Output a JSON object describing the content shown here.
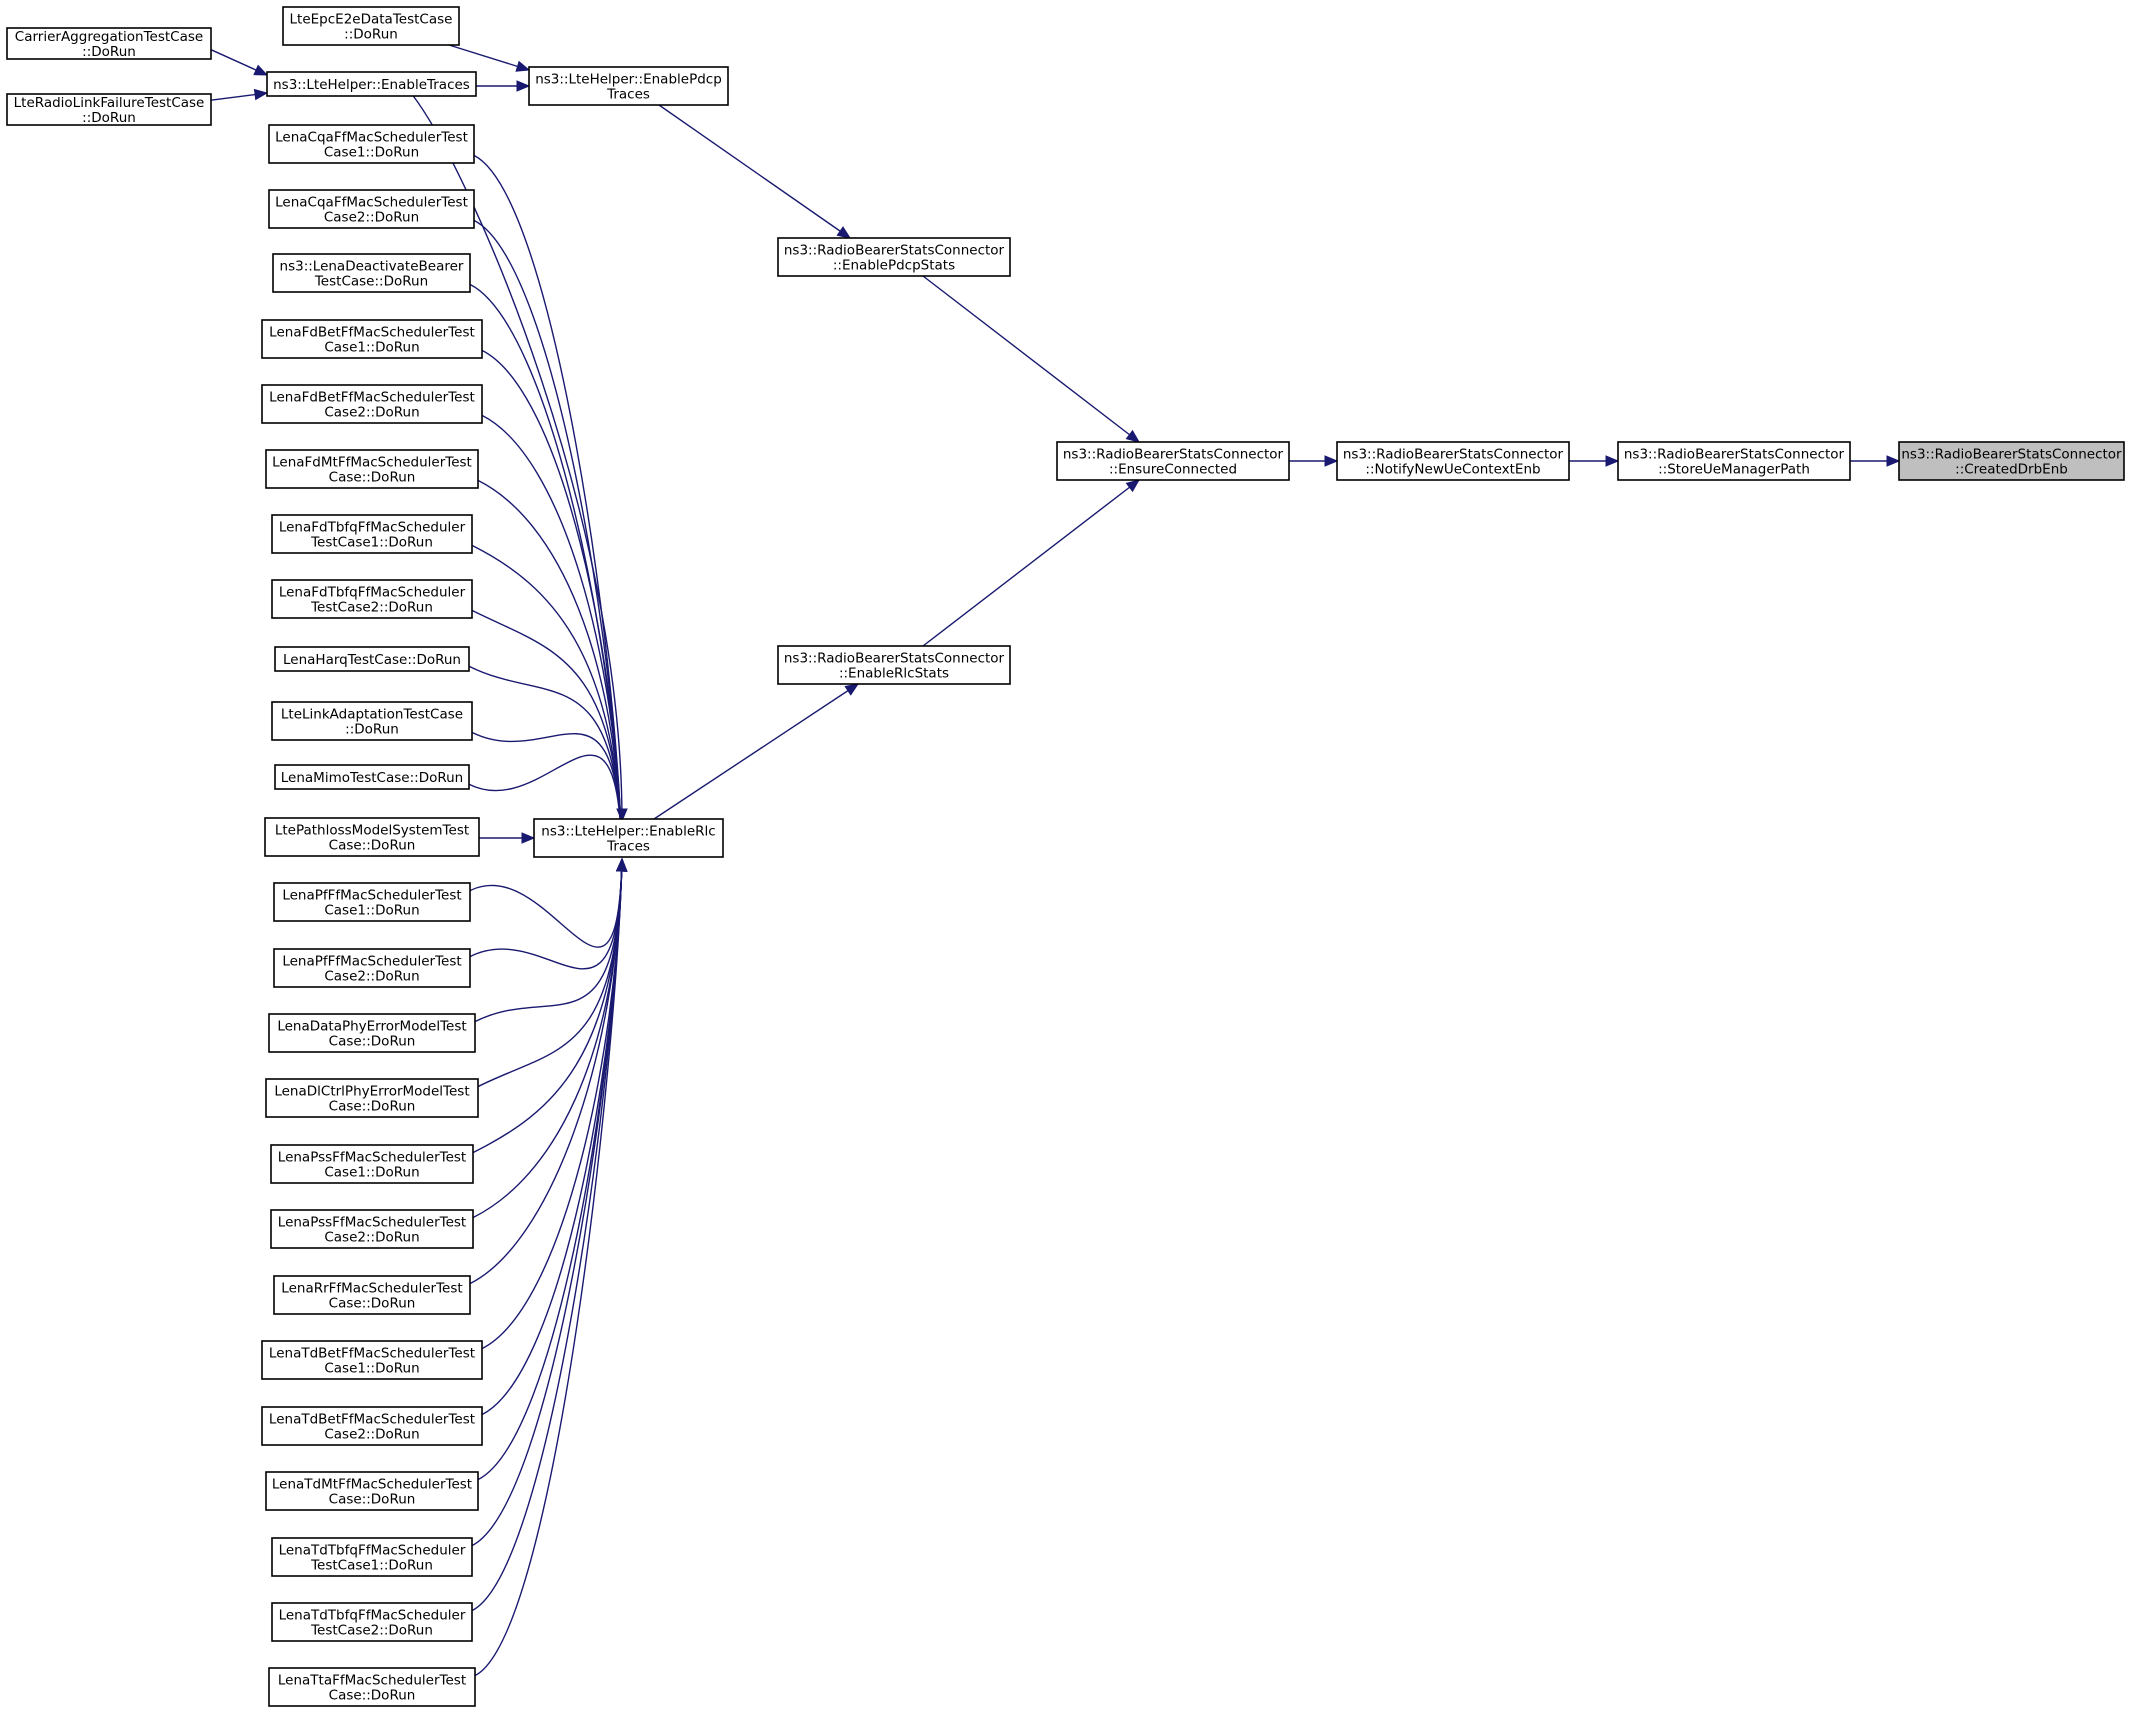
{
  "nodes": {
    "n_carrier": [
      "CarrierAggregationTestCase",
      "::DoRun"
    ],
    "n_rlf": [
      "LteRadioLinkFailureTestCase",
      "::DoRun"
    ],
    "n_epce2e": [
      "LteEpcE2eDataTestCase",
      "::DoRun"
    ],
    "n_enabletraces": [
      "ns3::LteHelper::EnableTraces"
    ],
    "n_enablepdcp": [
      "ns3::LteHelper::EnablePdcp",
      "Traces"
    ],
    "n_enablerlc": [
      "ns3::LteHelper::EnableRlc",
      "Traces"
    ],
    "n_pdcpstats": [
      "ns3::RadioBearerStatsConnector",
      "::EnablePdcpStats"
    ],
    "n_rlcstats": [
      "ns3::RadioBearerStatsConnector",
      "::EnableRlcStats"
    ],
    "n_ensure": [
      "ns3::RadioBearerStatsConnector",
      "::EnsureConnected"
    ],
    "n_notify": [
      "ns3::RadioBearerStatsConnector",
      "::NotifyNewUeContextEnb"
    ],
    "n_store": [
      "ns3::RadioBearerStatsConnector",
      "::StoreUeManagerPath"
    ],
    "n_created": [
      "ns3::RadioBearerStatsConnector",
      "::CreatedDrbEnb"
    ],
    "t01": [
      "LenaCqaFfMacSchedulerTest",
      "Case1::DoRun"
    ],
    "t02": [
      "LenaCqaFfMacSchedulerTest",
      "Case2::DoRun"
    ],
    "t03": [
      "ns3::LenaDeactivateBearer",
      "TestCase::DoRun"
    ],
    "t04": [
      "LenaFdBetFfMacSchedulerTest",
      "Case1::DoRun"
    ],
    "t05": [
      "LenaFdBetFfMacSchedulerTest",
      "Case2::DoRun"
    ],
    "t06": [
      "LenaFdMtFfMacSchedulerTest",
      "Case::DoRun"
    ],
    "t07": [
      "LenaFdTbfqFfMacScheduler",
      "TestCase1::DoRun"
    ],
    "t08": [
      "LenaFdTbfqFfMacScheduler",
      "TestCase2::DoRun"
    ],
    "t09": [
      "LenaHarqTestCase::DoRun"
    ],
    "t10": [
      "LteLinkAdaptationTestCase",
      "::DoRun"
    ],
    "t11": [
      "LenaMimoTestCase::DoRun"
    ],
    "t12": [
      "LtePathlossModelSystemTest",
      "Case::DoRun"
    ],
    "t13": [
      "LenaPfFfMacSchedulerTest",
      "Case1::DoRun"
    ],
    "t14": [
      "LenaPfFfMacSchedulerTest",
      "Case2::DoRun"
    ],
    "t15": [
      "LenaDataPhyErrorModelTest",
      "Case::DoRun"
    ],
    "t16": [
      "LenaDlCtrlPhyErrorModelTest",
      "Case::DoRun"
    ],
    "t17": [
      "LenaPssFfMacSchedulerTest",
      "Case1::DoRun"
    ],
    "t18": [
      "LenaPssFfMacSchedulerTest",
      "Case2::DoRun"
    ],
    "t19": [
      "LenaRrFfMacSchedulerTest",
      "Case::DoRun"
    ],
    "t20": [
      "LenaTdBetFfMacSchedulerTest",
      "Case1::DoRun"
    ],
    "t21": [
      "LenaTdBetFfMacSchedulerTest",
      "Case2::DoRun"
    ],
    "t22": [
      "LenaTdMtFfMacSchedulerTest",
      "Case::DoRun"
    ],
    "t23": [
      "LenaTdTbfqFfMacScheduler",
      "TestCase1::DoRun"
    ],
    "t24": [
      "LenaTdTbfqFfMacScheduler",
      "TestCase2::DoRun"
    ],
    "t25": [
      "LenaTtaFfMacSchedulerTest",
      "Case::DoRun"
    ]
  },
  "highlighted_node": "n_created",
  "edges": [
    [
      "n_carrier",
      "n_enabletraces"
    ],
    [
      "n_rlf",
      "n_enabletraces"
    ],
    [
      "n_epce2e",
      "n_enablepdcp"
    ],
    [
      "n_enabletraces",
      "n_enablepdcp"
    ],
    [
      "n_enabletraces",
      "n_enablerlc"
    ],
    [
      "t01",
      "n_enablerlc"
    ],
    [
      "t02",
      "n_enablerlc"
    ],
    [
      "t03",
      "n_enablerlc"
    ],
    [
      "t04",
      "n_enablerlc"
    ],
    [
      "t05",
      "n_enablerlc"
    ],
    [
      "t06",
      "n_enablerlc"
    ],
    [
      "t07",
      "n_enablerlc"
    ],
    [
      "t08",
      "n_enablerlc"
    ],
    [
      "t09",
      "n_enablerlc"
    ],
    [
      "t10",
      "n_enablerlc"
    ],
    [
      "t11",
      "n_enablerlc"
    ],
    [
      "t12",
      "n_enablerlc"
    ],
    [
      "t13",
      "n_enablerlc"
    ],
    [
      "t14",
      "n_enablerlc"
    ],
    [
      "t15",
      "n_enablerlc"
    ],
    [
      "t16",
      "n_enablerlc"
    ],
    [
      "t17",
      "n_enablerlc"
    ],
    [
      "t18",
      "n_enablerlc"
    ],
    [
      "t19",
      "n_enablerlc"
    ],
    [
      "t20",
      "n_enablerlc"
    ],
    [
      "t21",
      "n_enablerlc"
    ],
    [
      "t22",
      "n_enablerlc"
    ],
    [
      "t23",
      "n_enablerlc"
    ],
    [
      "t24",
      "n_enablerlc"
    ],
    [
      "t25",
      "n_enablerlc"
    ],
    [
      "n_enablepdcp",
      "n_pdcpstats"
    ],
    [
      "n_enablerlc",
      "n_rlcstats"
    ],
    [
      "n_pdcpstats",
      "n_ensure"
    ],
    [
      "n_rlcstats",
      "n_ensure"
    ],
    [
      "n_ensure",
      "n_notify"
    ],
    [
      "n_notify",
      "n_store"
    ],
    [
      "n_store",
      "n_created"
    ]
  ]
}
